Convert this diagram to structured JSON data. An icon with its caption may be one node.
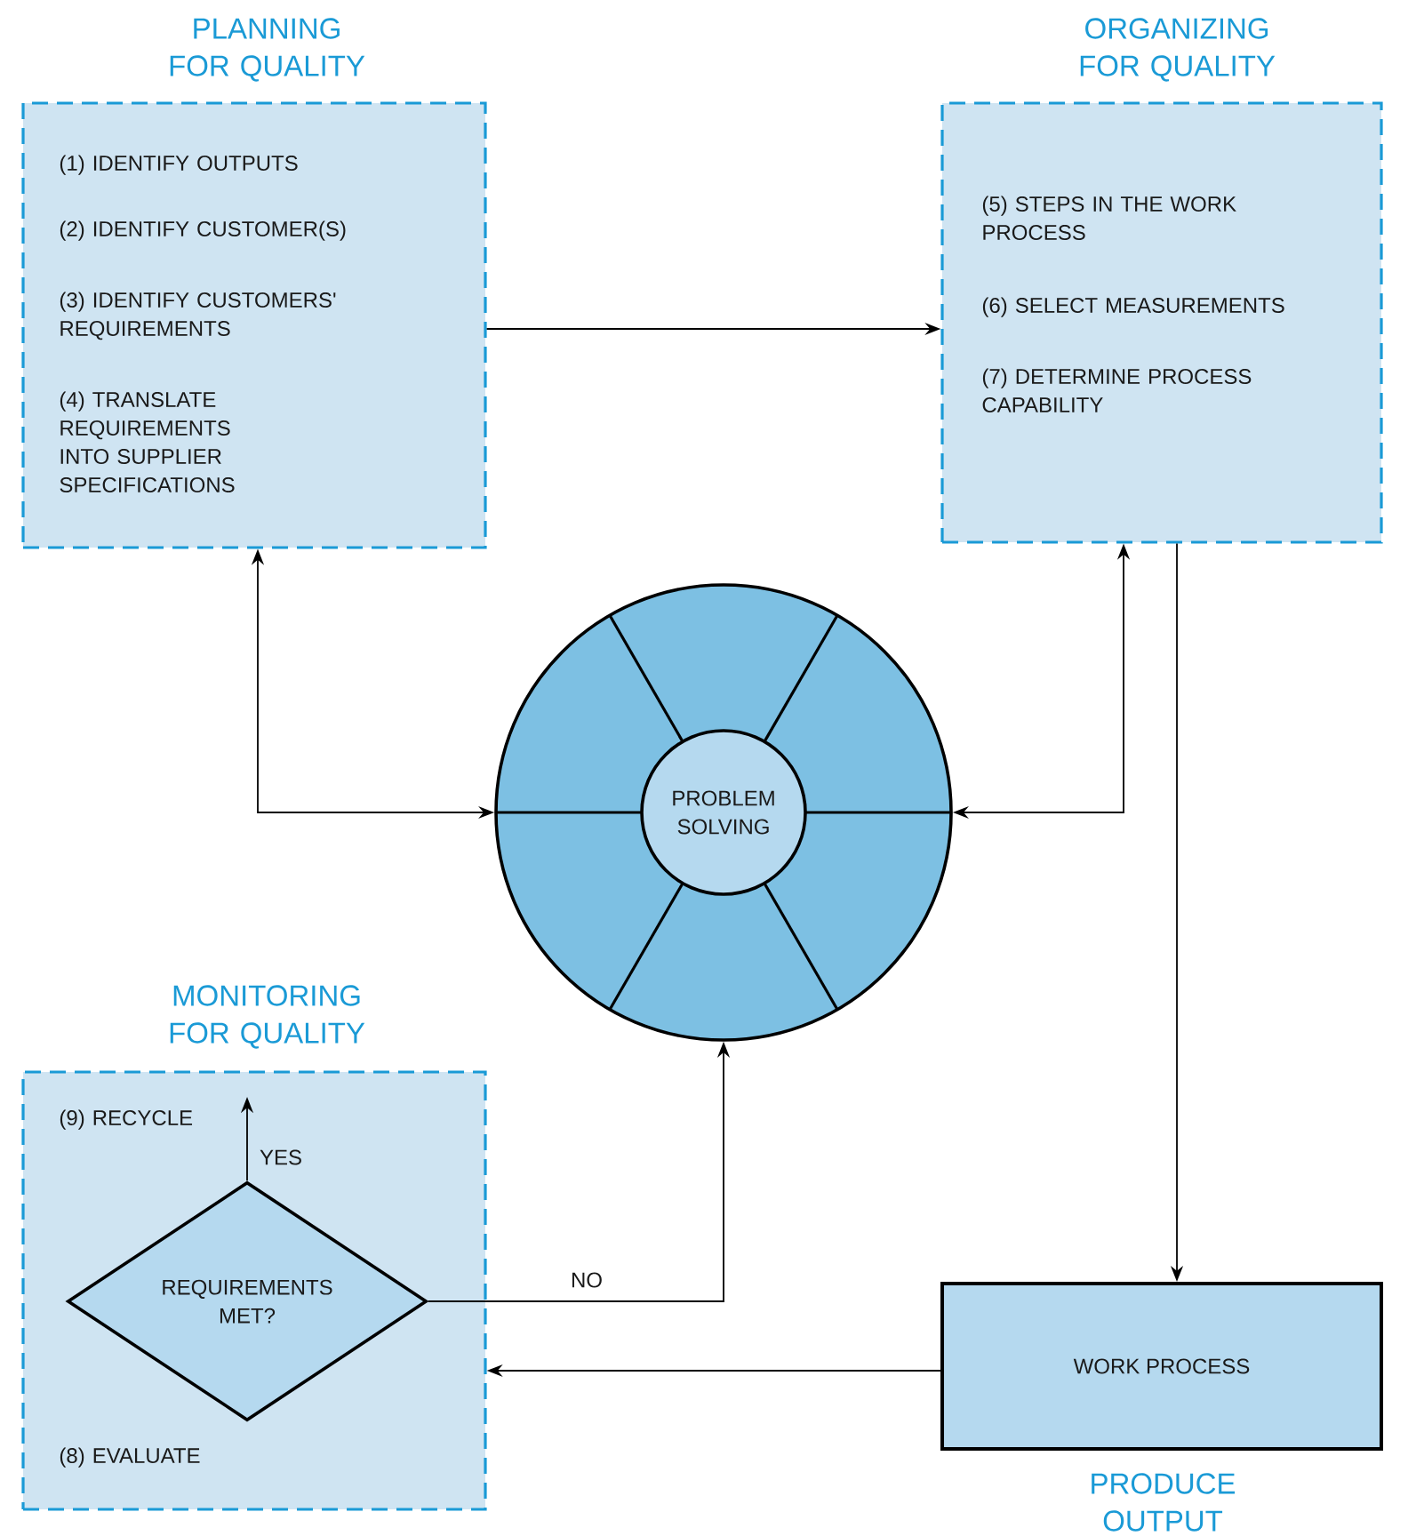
{
  "diagram": {
    "nodes": [
      {
        "text": [
          "PLANNING FOR QUALITY",
          "(1) IDENTIFY OUTPUTS",
          "(2) IDENTIFY CUSTOMER(S)",
          "(3) IDENTIFY CUSTOMERS' REQUIREMENTS",
          "(4) TRANSLATE REQUIREMENTS INTO SUPPLIER SPECIFICATIONS"
        ]
      },
      {
        "text": [
          "ORGANIZING FOR QUALITY",
          "(5) STEPS IN THE WORK PROCESS",
          "(6) SELECT MEASUREMENTS",
          "(7) DETERMINE PROCESS CAPABILITY"
        ]
      },
      {
        "text": [],
        "shape": "circle"
      },
      {
        "text": [
          "PROBLEM SOLVING"
        ],
        "in": 2
      },
      {
        "text": [
          "MONITORING FOR QUALITY",
          "(9) RECYCLE",
          "(8) EVALUATE"
        ]
      },
      {
        "text": [
          "REQUIREMENTS MET?"
        ],
        "in": 4
      },
      {
        "text": [
          "WORK PROCESS"
        ],
        "beside": [
          "PRODUCE OUTPUT"
        ]
      }
    ],
    "edges": [
      {
        "from": 0,
        "to": 1,
        "arrow": "to"
      },
      {
        "from": 2,
        "to": 0,
        "arrow": "both"
      },
      {
        "from": 2,
        "to": 1,
        "arrow": "both"
      },
      {
        "from": 1,
        "to": 6,
        "arrow": "to"
      },
      {
        "from": 6,
        "to": 4,
        "arrow": "to"
      },
      {
        "from": 5,
        "to": 2,
        "arrow": "to",
        "label": "NO"
      },
      {
        "from": 5,
        "to": null,
        "arrow": "to",
        "label": "YES"
      }
    ]
  }
}
